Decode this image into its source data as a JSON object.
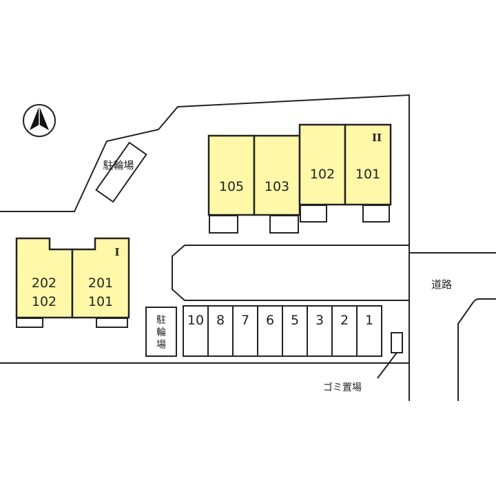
{
  "compass": {
    "icon": "north-arrow-icon"
  },
  "labels": {
    "bicycle_parking_top": "駐輪場",
    "bicycle_parking_bottom_1": "駐",
    "bicycle_parking_bottom_2": "輪",
    "bicycle_parking_bottom_3": "場",
    "road": "道路",
    "garbage": "ゴミ置場"
  },
  "building_1": {
    "mark": "I",
    "units": [
      {
        "upper": "202",
        "lower": "102"
      },
      {
        "upper": "201",
        "lower": "101"
      }
    ]
  },
  "building_2": {
    "mark": "II",
    "units": [
      "105",
      "103",
      "102",
      "101"
    ]
  },
  "parking_spaces": [
    "10",
    "8",
    "7",
    "6",
    "5",
    "3",
    "2",
    "1"
  ],
  "colors": {
    "unit_fill": "#fff8a8",
    "line": "#222222",
    "background": "#ffffff"
  }
}
